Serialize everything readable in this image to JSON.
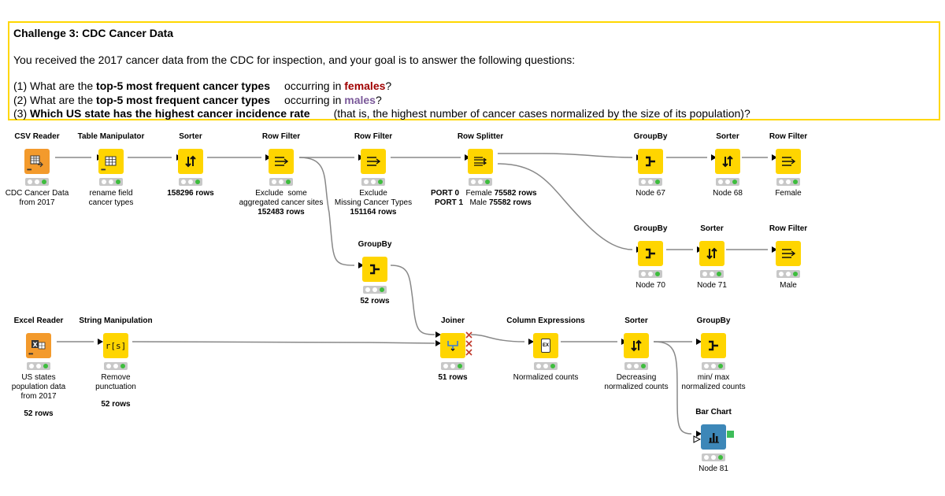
{
  "annotation": {
    "title": "Challenge 3: CDC Cancer Data",
    "intro": "You received the 2017 cancer data from the CDC for inspection, and your goal is to answer the following questions:",
    "q1": {
      "pre": "(1) What are the ",
      "bold": "top-5 most frequent cancer types",
      "mid": "occurring in ",
      "hl": "females",
      "post": "?"
    },
    "q2": {
      "pre": "(2) What are the ",
      "bold": "top-5 most frequent cancer types",
      "mid": "occurring in ",
      "hl": "males",
      "post": "?"
    },
    "q3": {
      "pre": "(3) ",
      "bold": "Which US state has the highest cancer incidence rate",
      "post": "(that is, the highest number of cancer cases normalized by the size of its population)?"
    }
  },
  "colors": {
    "node_yellow": "#ffd500",
    "reader_orange": "#f39a2c",
    "view_blue": "#3d87b8",
    "annotation_border": "#ffd700",
    "status_green": "#3ebd3e",
    "females": "#a00000",
    "males": "#7b5a9a"
  },
  "nodes": {
    "csv_reader": {
      "title": "CSV Reader",
      "desc": "CDC Cancer Data\nfrom 2017",
      "icon": "csv-reader-icon"
    },
    "table_manipulator": {
      "title": "Table Manipulator",
      "desc": "rename field\ncancer types",
      "icon": "table-manipulator-icon"
    },
    "sorter1": {
      "title": "Sorter",
      "desc": "158296 rows",
      "icon": "sort-icon"
    },
    "row_filter1": {
      "title": "Row Filter",
      "desc": "Exclude  some\naggregated cancer sites",
      "extra": "152483 rows",
      "icon": "row-filter-icon"
    },
    "row_filter2": {
      "title": "Row Filter",
      "desc": "Exclude\nMissing Cancer Types",
      "extra": "151164 rows",
      "icon": "row-filter-icon"
    },
    "row_splitter": {
      "title": "Row Splitter",
      "port0_label": "PORT 0",
      "port0_text": "Female",
      "port0_rows": "75582 rows",
      "port1_label": "PORT 1",
      "port1_text": "Male",
      "port1_rows": "75582 rows",
      "icon": "row-splitter-icon"
    },
    "groupby_top": {
      "title": "GroupBy",
      "desc": "Node 67",
      "icon": "groupby-icon"
    },
    "sorter_top": {
      "title": "Sorter",
      "desc": "Node 68",
      "icon": "sort-icon"
    },
    "row_filter_top": {
      "title": "Row Filter",
      "desc": "Female",
      "icon": "row-filter-icon"
    },
    "groupby_mid": {
      "title": "GroupBy",
      "desc": "Node 70",
      "icon": "groupby-icon"
    },
    "sorter_mid": {
      "title": "Sorter",
      "desc": "Node 71",
      "icon": "sort-icon"
    },
    "row_filter_mid": {
      "title": "Row Filter",
      "desc": "Male",
      "icon": "row-filter-icon"
    },
    "groupby_state": {
      "title": "GroupBy",
      "desc": "52 rows",
      "icon": "groupby-icon"
    },
    "excel_reader": {
      "title": "Excel Reader",
      "desc": "US states\npopulation data\nfrom 2017",
      "extra": "52 rows",
      "icon": "excel-reader-icon"
    },
    "string_manipulation": {
      "title": "String Manipulation",
      "desc": "Remove\npunctuation",
      "extra": "52 rows",
      "icon_text": "r[s]",
      "icon": "string-manipulation-icon"
    },
    "joiner": {
      "title": "Joiner",
      "desc": "51 rows",
      "icon": "joiner-icon"
    },
    "column_expressions": {
      "title": "Column Expressions",
      "desc": "Normalized counts",
      "icon_text": "EX",
      "icon": "column-expressions-icon"
    },
    "sorter_bottom": {
      "title": "Sorter",
      "desc": "Decreasing\nnormalized counts",
      "icon": "sort-icon"
    },
    "groupby_bottom": {
      "title": "GroupBy",
      "desc": "min/ max\nnormalized counts",
      "icon": "groupby-icon"
    },
    "bar_chart": {
      "title": "Bar Chart",
      "desc": "Node 81",
      "icon": "bar-chart-icon"
    }
  }
}
